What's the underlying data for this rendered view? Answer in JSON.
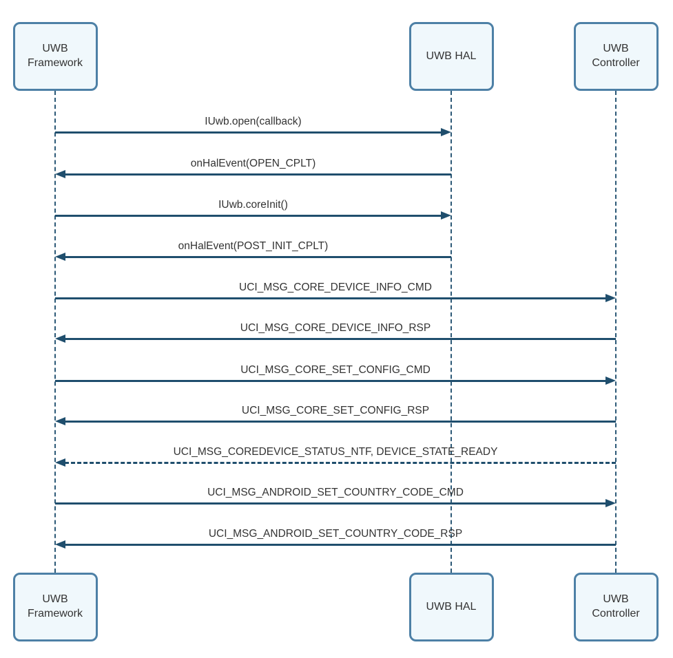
{
  "colors": {
    "background": "#ffffff",
    "actor_fill": "#f0f8fc",
    "actor_border": "#4d80a6",
    "line": "#1f4e6d",
    "lifeline": "#2b5876",
    "text": "#333333"
  },
  "actors": [
    {
      "id": "framework",
      "label": "UWB Framework"
    },
    {
      "id": "hal",
      "label": "UWB HAL"
    },
    {
      "id": "controller",
      "label": "UWB Controller"
    }
  ],
  "messages": [
    {
      "label": "IUwb.open(callback)",
      "from": "framework",
      "to": "hal",
      "line": "solid"
    },
    {
      "label": "onHalEvent(OPEN_CPLT)",
      "from": "hal",
      "to": "framework",
      "line": "solid"
    },
    {
      "label": "IUwb.coreInit()",
      "from": "framework",
      "to": "hal",
      "line": "solid"
    },
    {
      "label": "onHalEvent(POST_INIT_CPLT)",
      "from": "hal",
      "to": "framework",
      "line": "solid"
    },
    {
      "label": "UCI_MSG_CORE_DEVICE_INFO_CMD",
      "from": "framework",
      "to": "controller",
      "line": "solid"
    },
    {
      "label": "UCI_MSG_CORE_DEVICE_INFO_RSP",
      "from": "controller",
      "to": "framework",
      "line": "solid"
    },
    {
      "label": "UCI_MSG_CORE_SET_CONFIG_CMD",
      "from": "framework",
      "to": "controller",
      "line": "solid"
    },
    {
      "label": "UCI_MSG_CORE_SET_CONFIG_RSP",
      "from": "controller",
      "to": "framework",
      "line": "solid"
    },
    {
      "label": "UCI_MSG_COREDEVICE_STATUS_NTF, DEVICE_STATE_READY",
      "from": "controller",
      "to": "framework",
      "line": "dashed"
    },
    {
      "label": "UCI_MSG_ANDROID_SET_COUNTRY_CODE_CMD",
      "from": "framework",
      "to": "controller",
      "line": "solid"
    },
    {
      "label": "UCI_MSG_ANDROID_SET_COUNTRY_CODE_RSP",
      "from": "controller",
      "to": "framework",
      "line": "solid"
    }
  ]
}
